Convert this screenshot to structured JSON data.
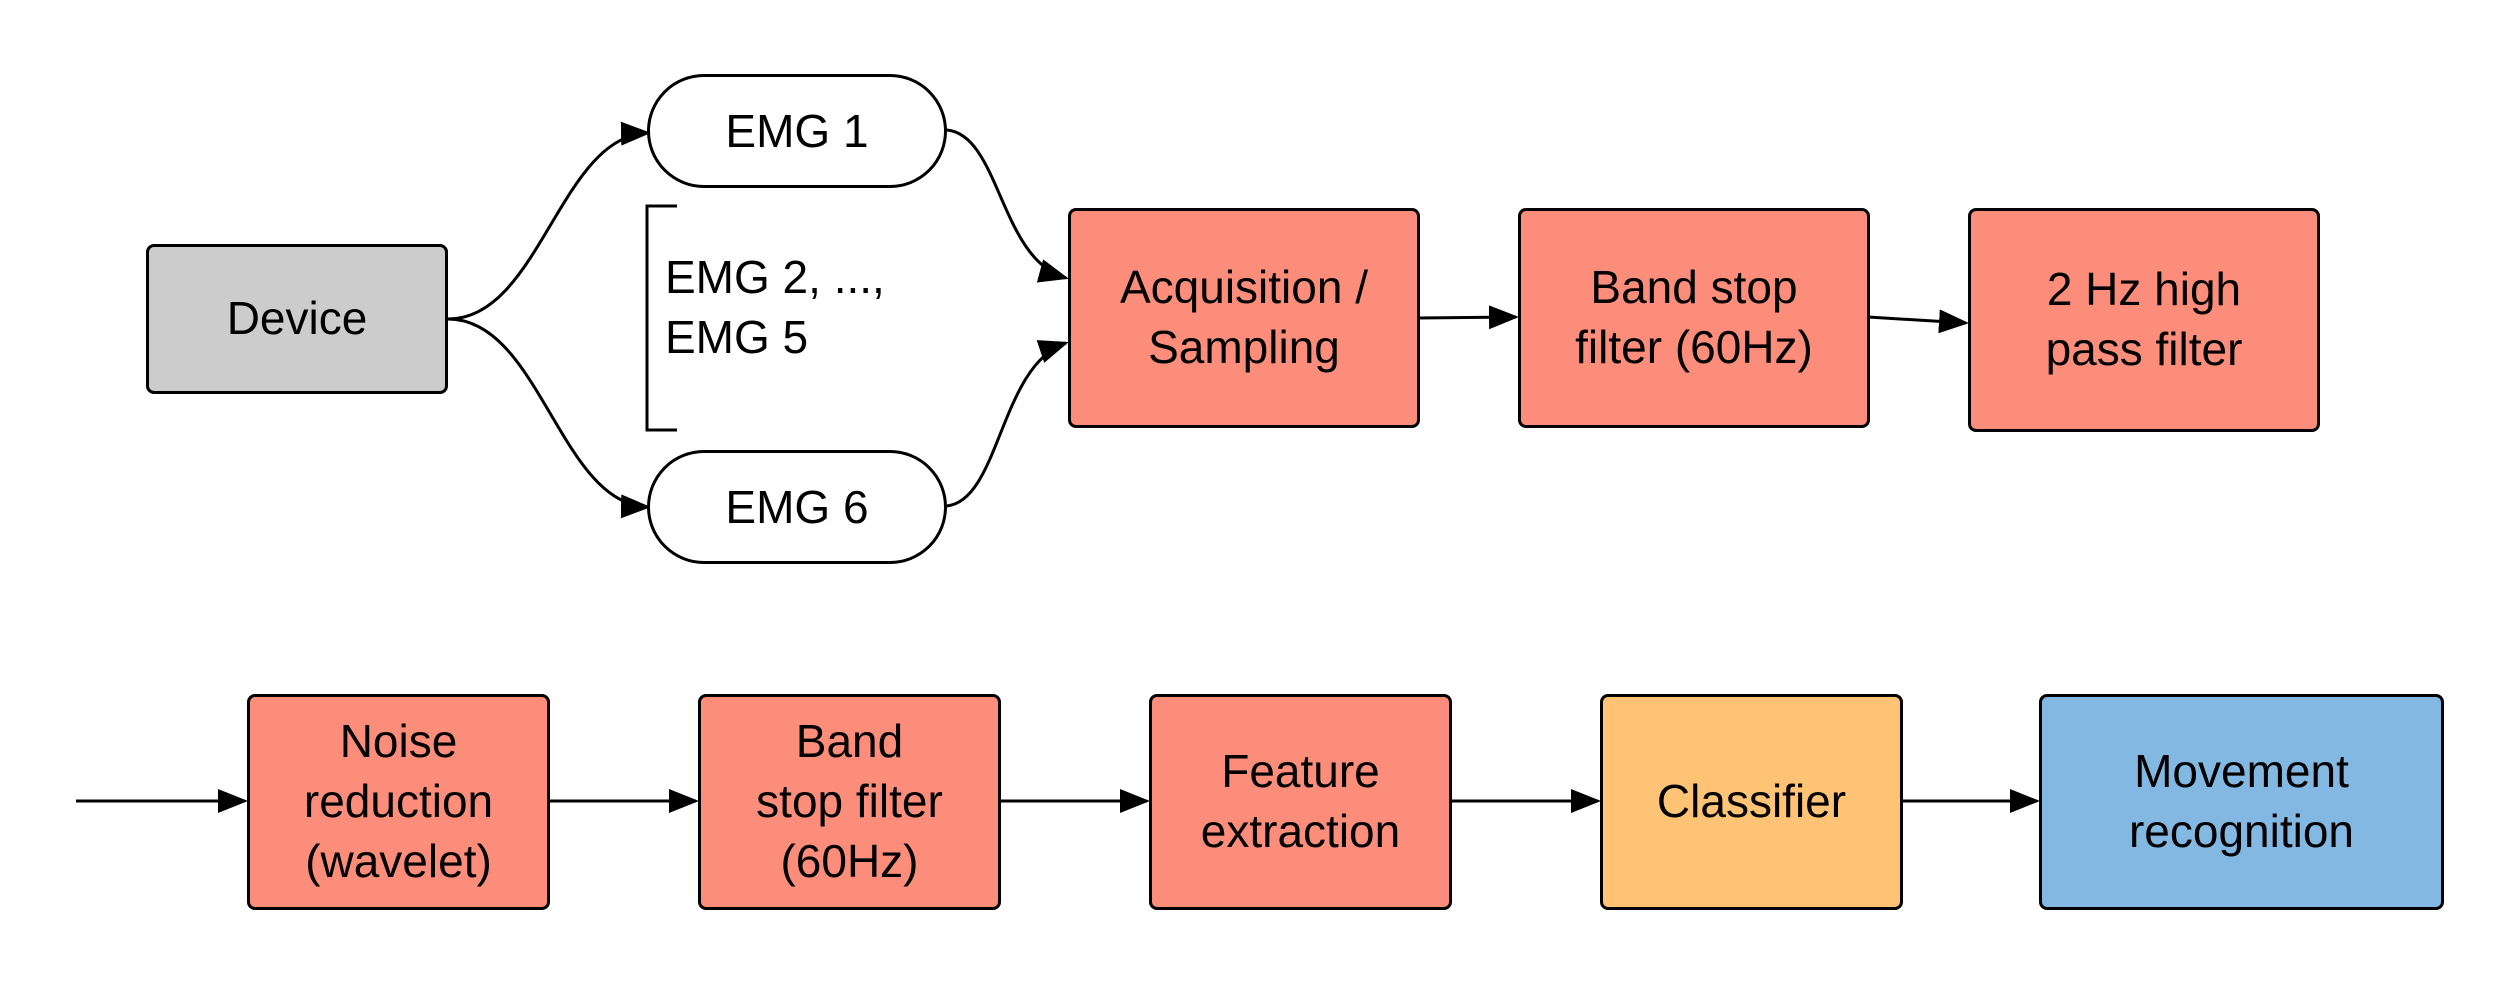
{
  "colors": {
    "device": "#cccccc",
    "process": "#fc8d7b",
    "classifier": "#fec374",
    "output": "#82b8e2",
    "input": "#ffffff",
    "stroke": "#000000"
  },
  "nodes": {
    "device": "Device",
    "emg_1": "EMG 1",
    "emg_group": "EMG 2, ...,\nEMG 5",
    "emg_6": "EMG 6",
    "acquisition": "Acquisition /\nSampling",
    "band_stop_1": "Band stop\nfilter (60Hz)",
    "high_pass": "2 Hz high\npass filter",
    "noise_reduction": "Noise\nreduction\n(wavelet)",
    "band_stop_2": "Band\nstop filter\n(60Hz)",
    "feature_extraction": "Feature\nextraction",
    "classifier": "Classifier",
    "movement_recognition": "Movement\nrecognition"
  }
}
